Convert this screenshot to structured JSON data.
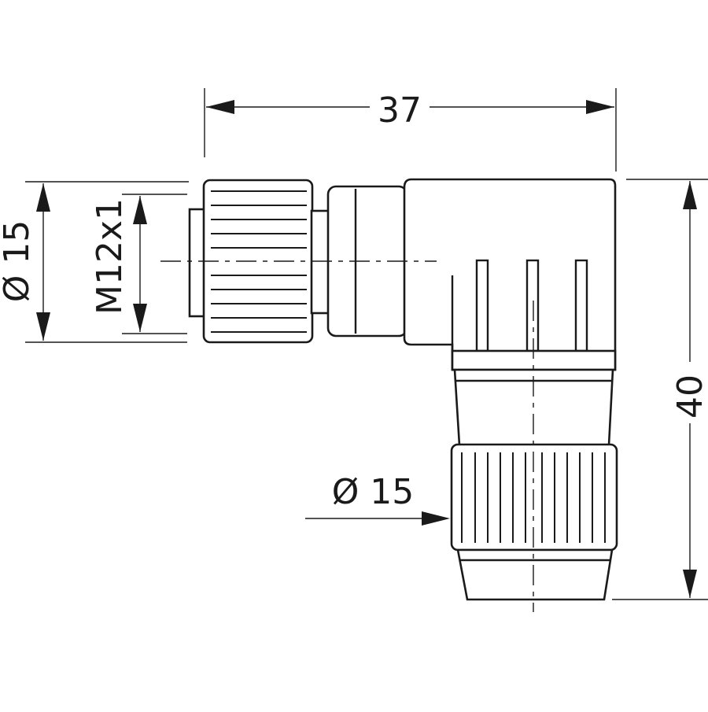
{
  "dimensions": {
    "overall_length": "37",
    "overall_height": "40",
    "left_diameter": "Ø 15",
    "thread": "M12x1",
    "bottom_diameter": "Ø 15"
  }
}
